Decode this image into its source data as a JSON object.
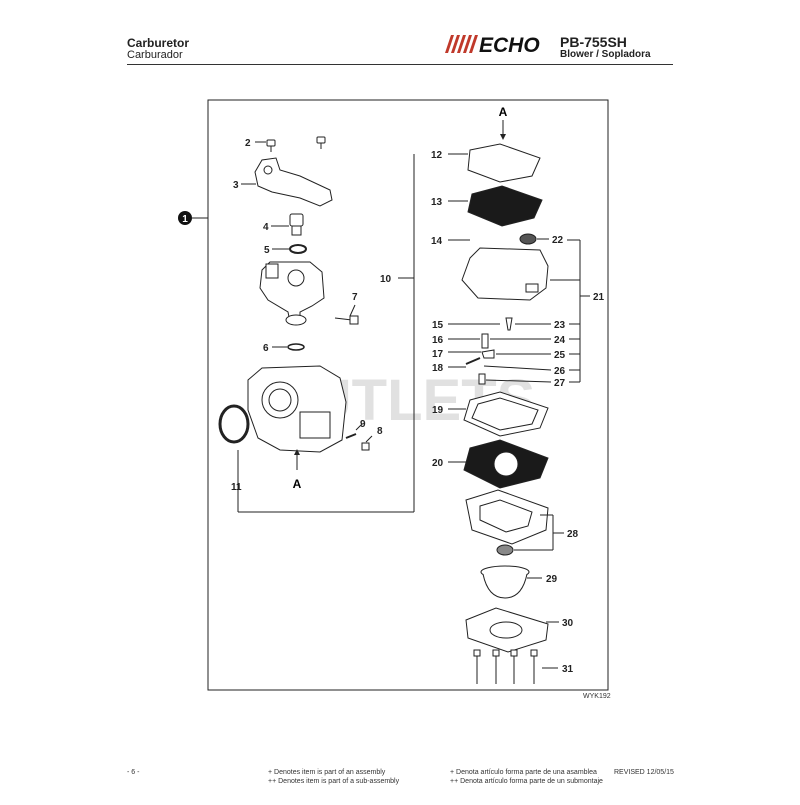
{
  "header": {
    "title": "Carburetor",
    "subtitle": "Carburador",
    "brand": "ECHO",
    "model": "PB-755SH",
    "description": "Blower / Sopladora"
  },
  "diagram": {
    "assembly_marker": "1",
    "ref_top": "A",
    "ref_bottom": "A",
    "code": "WYK192",
    "watermark": "OUTLETS"
  },
  "callouts": [
    "2",
    "3",
    "4",
    "5",
    "6",
    "7",
    "8",
    "9",
    "10",
    "11",
    "12",
    "13",
    "14",
    "15",
    "16",
    "17",
    "18",
    "19",
    "20",
    "21",
    "22",
    "23",
    "24",
    "25",
    "26",
    "27",
    "28",
    "29",
    "30",
    "31"
  ],
  "footer": {
    "page": "- 6 -",
    "note_en_1": "+ Denotes item is part of an assembly",
    "note_en_2": "++ Denotes item is part of a sub-assembly",
    "note_es_1": "+ Denota artículo forma parte de una asamblea",
    "note_es_2": "++ Denota artículo forma parte de un submontaje",
    "revised": "REVISED 12/05/15"
  },
  "colors": {
    "line": "#222222",
    "watermark": "#d9d9d9"
  }
}
